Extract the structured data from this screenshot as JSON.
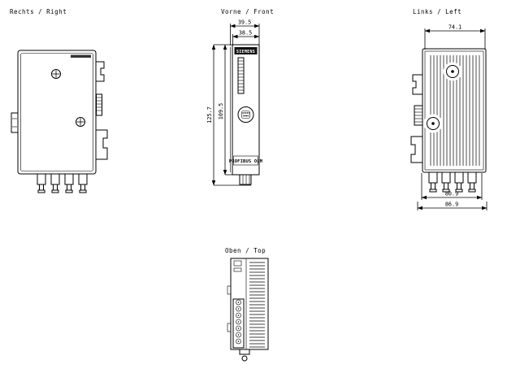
{
  "page": {
    "background": "#ffffff",
    "line_color": "#000000"
  },
  "views": {
    "right": {
      "label": "Rechts / Right"
    },
    "front": {
      "label": "Vorne / Front",
      "device": {
        "brand": "SIEMENS",
        "product": "PROFIBUS OLM"
      },
      "dims": {
        "width_outer": "39.5",
        "width_inner": "38.5",
        "height_outer": "125.7",
        "height_inner": "109.5"
      }
    },
    "left": {
      "label": "Links / Left",
      "dims": {
        "top_width": "74.1",
        "bottom_width_inner": "80.9",
        "bottom_width_outer": "86.9"
      }
    },
    "top": {
      "label": "Oben / Top"
    }
  }
}
